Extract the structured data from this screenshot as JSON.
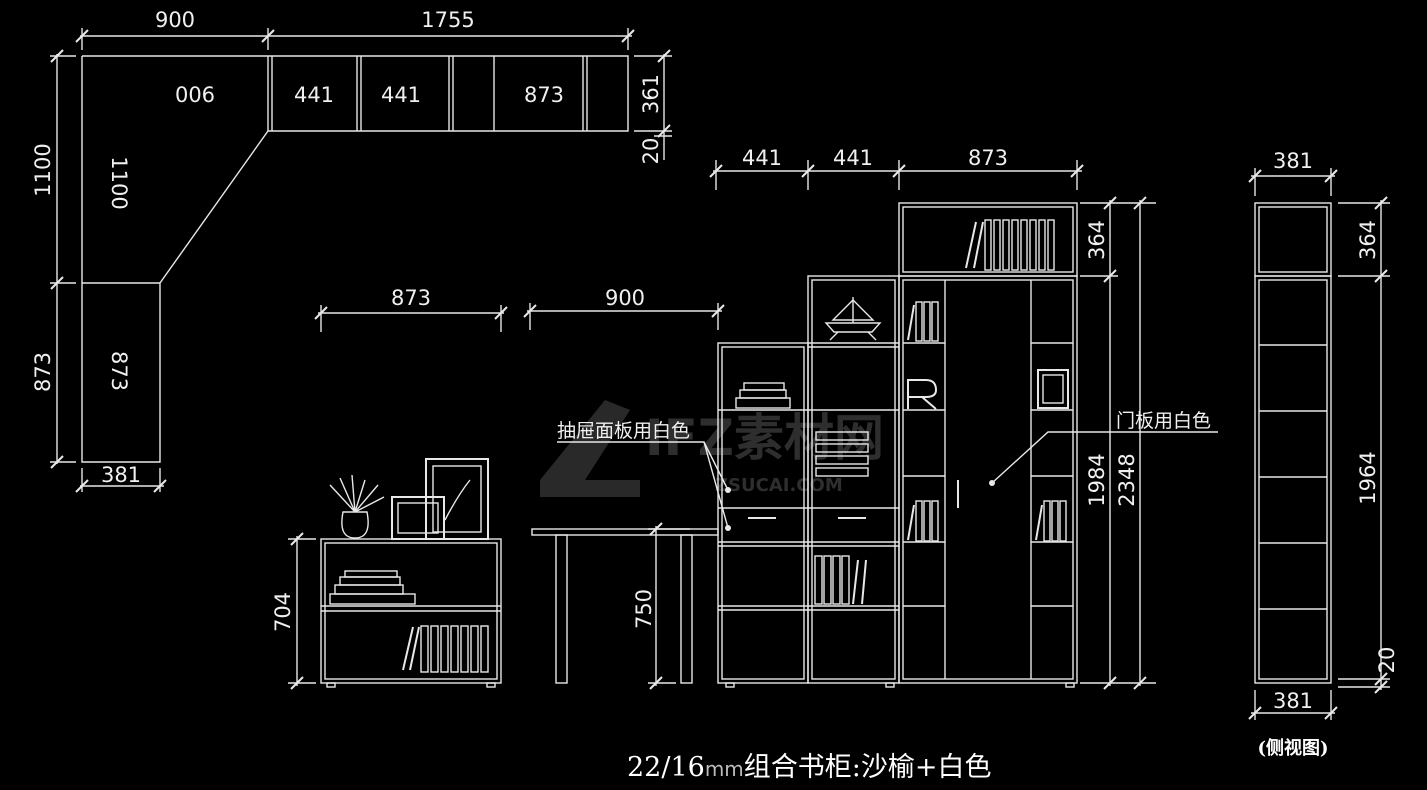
{
  "title": {
    "main": "22/16",
    "unit": "mm",
    "desc": "组合书柜:沙榆+白色"
  },
  "side_view_label": "(侧视图)",
  "labels": {
    "drawer_panel": "抽屉面板用白色",
    "door_panel": "门板用白色"
  },
  "plan": {
    "top_overall": "900",
    "top_right": "1755",
    "left_upper": "1100",
    "left_lower": "873",
    "bottom_depth": "381",
    "right_depth": "361",
    "right_small": "20",
    "in_900": "006",
    "in_441a": "441",
    "in_441b": "441",
    "in_873": "873",
    "in_1100": "1100",
    "in_873b": "873"
  },
  "elevation": {
    "w1": "873",
    "w2": "900",
    "w3": "441",
    "w4": "441",
    "w5": "873",
    "h_cabinet": "704",
    "h_desk": "750",
    "h_top": "364",
    "h_main": "1984",
    "h_total": "2348"
  },
  "side": {
    "w": "381",
    "h_top": "364",
    "h_main": "1964",
    "h_base": "20",
    "w_bottom": "381"
  },
  "watermark": {
    "brand": "IFZ素材网",
    "url": "ZSUCAI.COM"
  }
}
